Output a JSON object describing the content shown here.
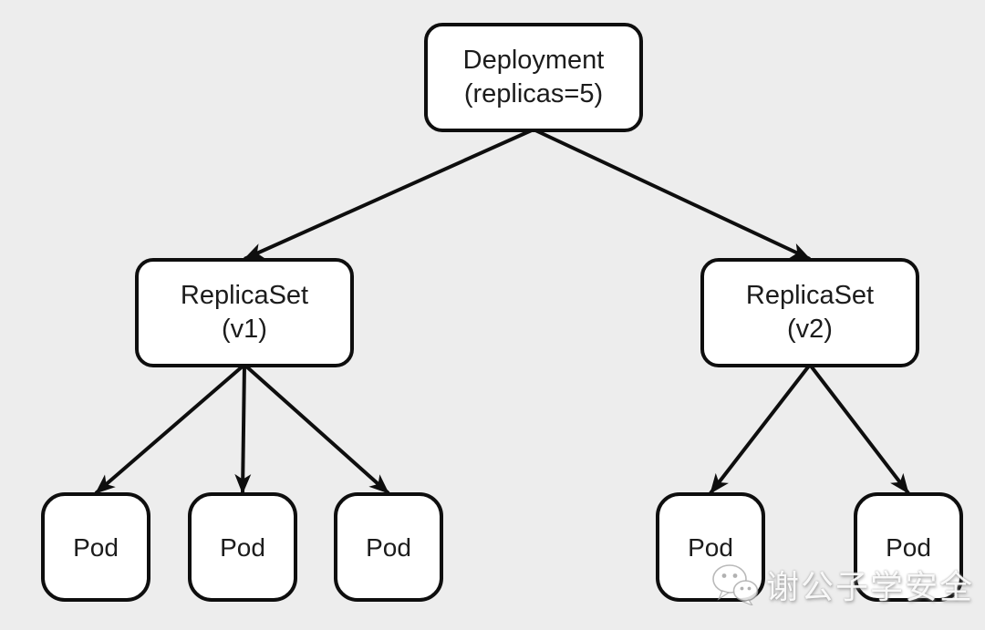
{
  "diagram": {
    "type": "tree",
    "background_color": "#ededed",
    "node_fill_color": "#ffffff",
    "node_border_color": "#0e0e0e",
    "text_color": "#1c1c1c",
    "nodes": {
      "deployment": {
        "line1": "Deployment",
        "line2": "(replicas=5)"
      },
      "replicaset_v1": {
        "line1": "ReplicaSet",
        "line2": "(v1)"
      },
      "replicaset_v2": {
        "line1": "ReplicaSet",
        "line2": "(v2)"
      },
      "pod1": {
        "label": "Pod"
      },
      "pod2": {
        "label": "Pod"
      },
      "pod3": {
        "label": "Pod"
      },
      "pod4": {
        "label": "Pod"
      },
      "pod5": {
        "label": "Pod"
      }
    },
    "edges": [
      {
        "from": "deployment",
        "to": "replicaset_v1"
      },
      {
        "from": "deployment",
        "to": "replicaset_v2"
      },
      {
        "from": "replicaset_v1",
        "to": "pod1"
      },
      {
        "from": "replicaset_v1",
        "to": "pod2"
      },
      {
        "from": "replicaset_v1",
        "to": "pod3"
      },
      {
        "from": "replicaset_v2",
        "to": "pod4"
      },
      {
        "from": "replicaset_v2",
        "to": "pod5"
      }
    ]
  },
  "watermark": {
    "icon": "wechat-icon",
    "text": "谢公子学安全"
  }
}
